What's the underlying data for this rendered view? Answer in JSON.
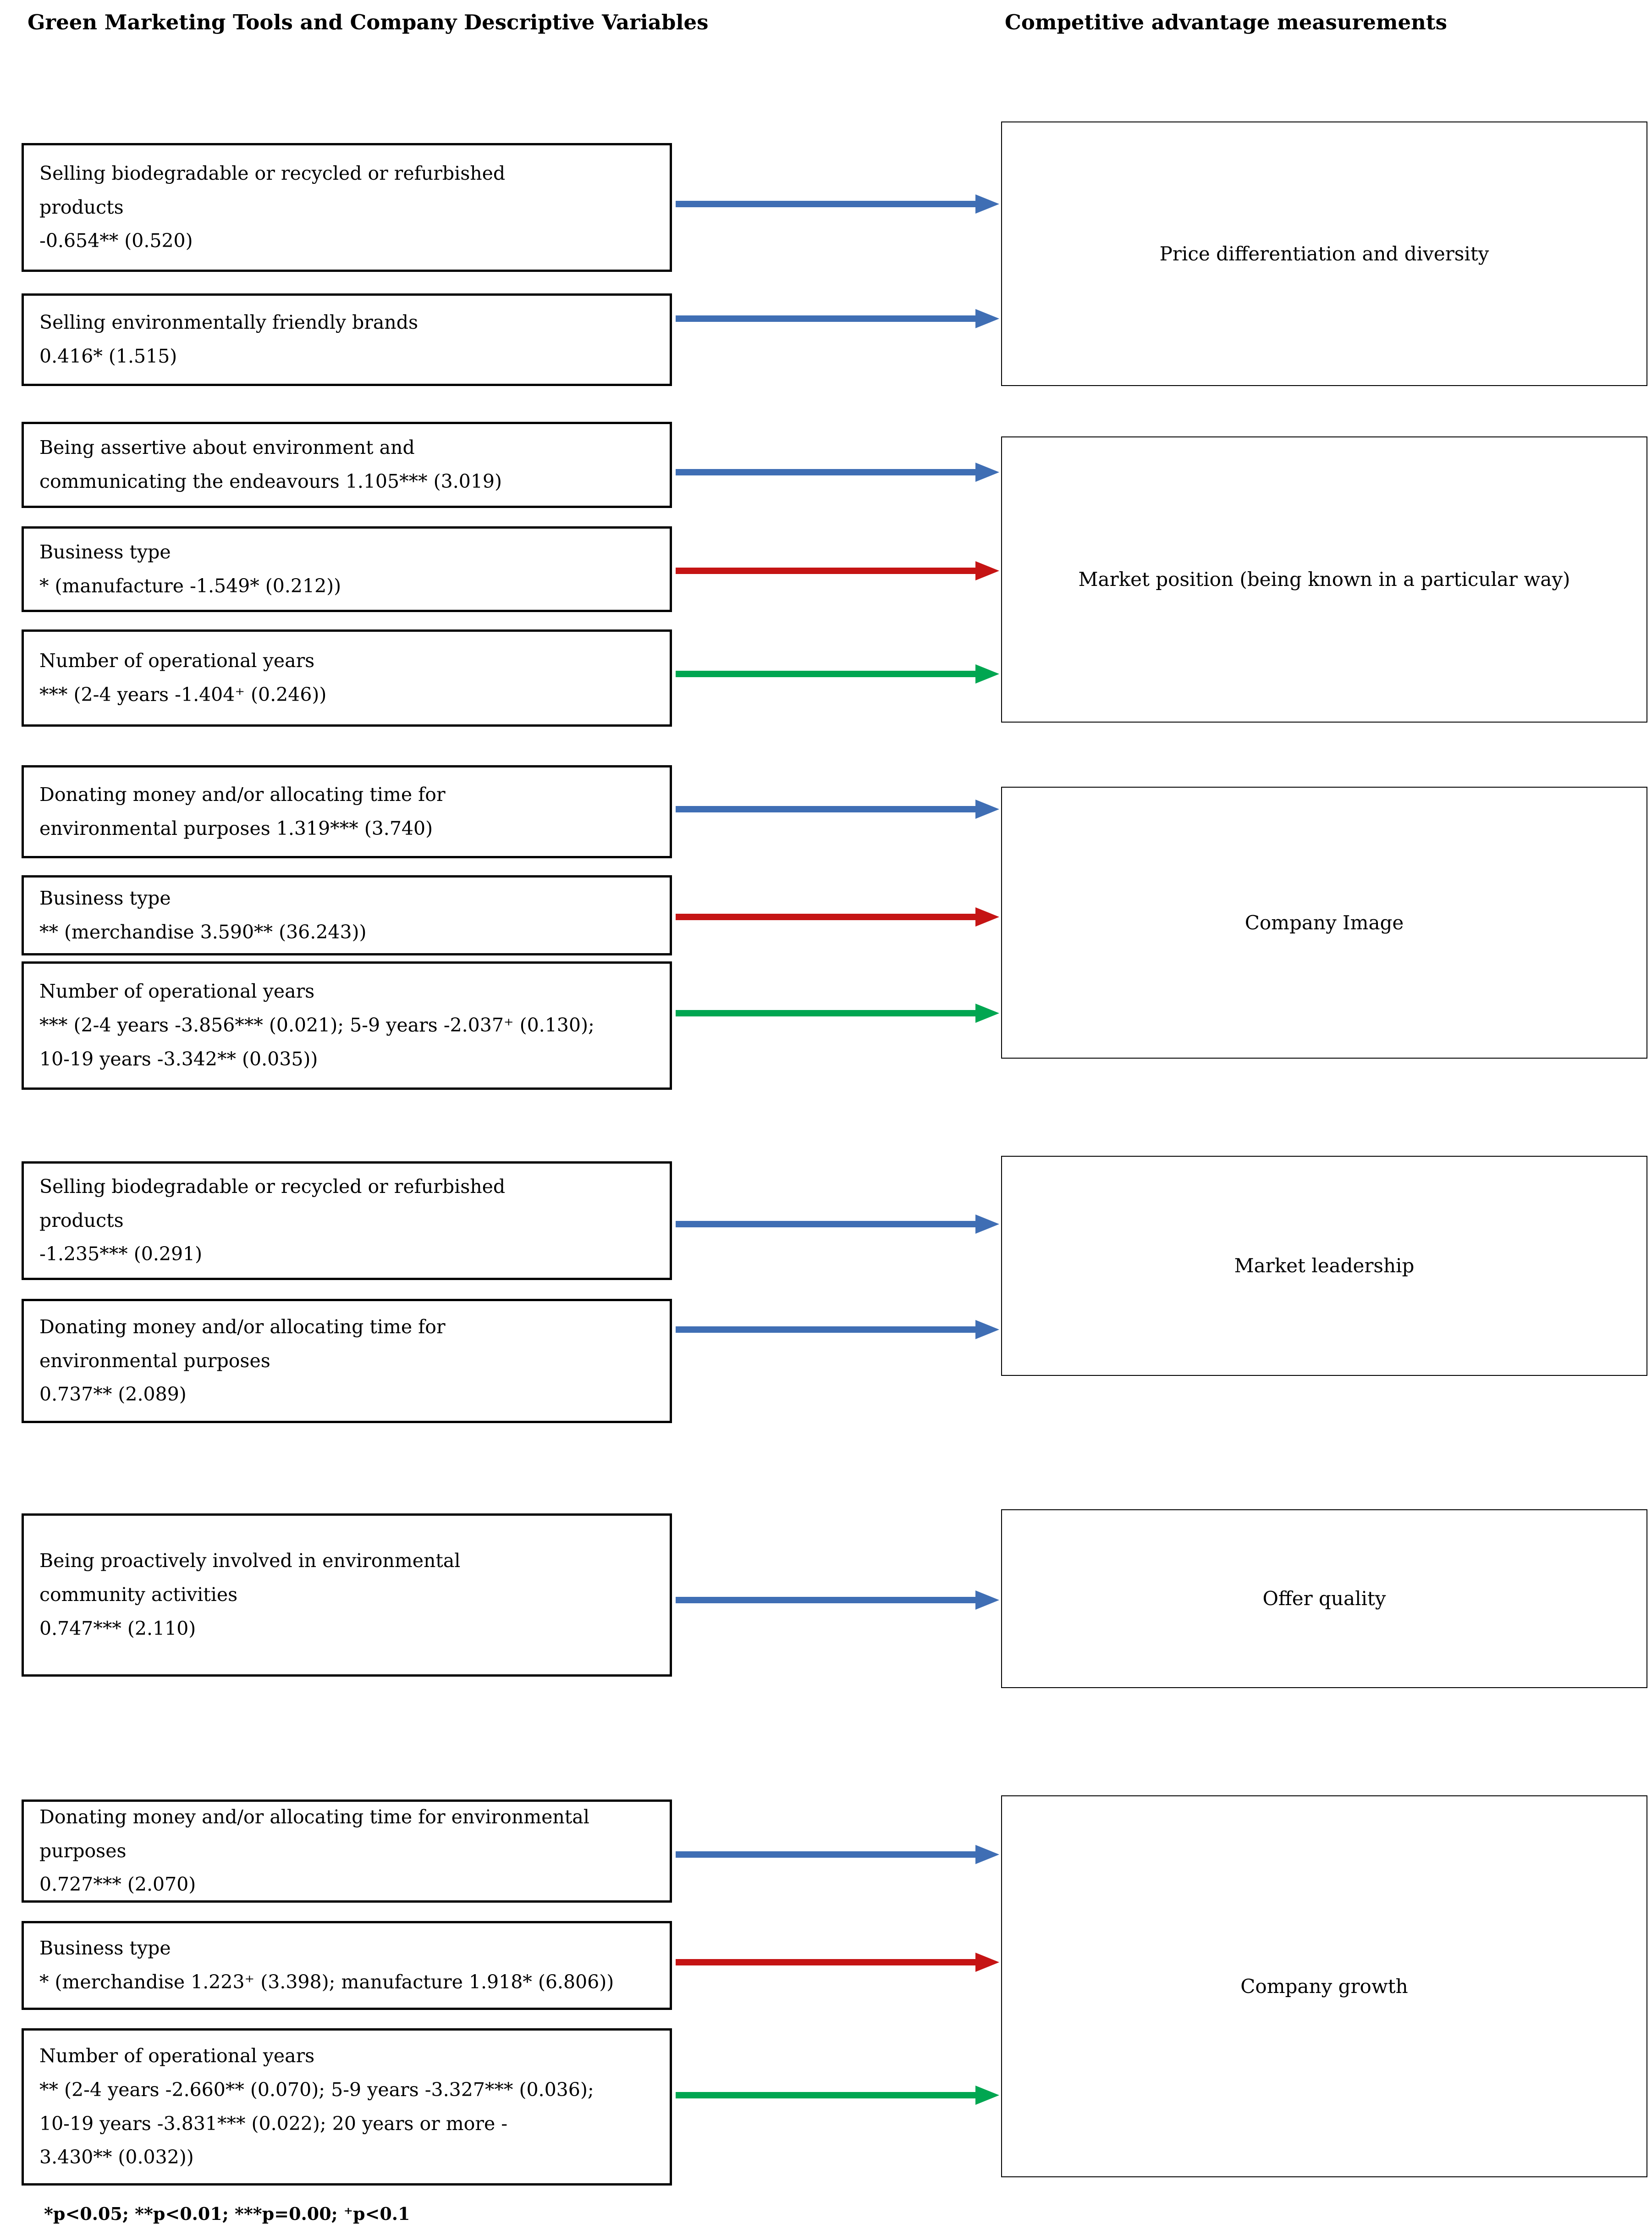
{
  "header": {
    "left": "Green Marketing Tools and Company Descriptive Variables",
    "right": "Competitive advantage measurements"
  },
  "colors": {
    "blue": "#3F6EB4",
    "red": "#C51414",
    "green": "#00A651"
  },
  "groups": [
    {
      "target": "Price differentiation and diversity",
      "sources": [
        {
          "label": "Selling biodegradable or recycled or refurbished\nproducts",
          "stat": "-0.654** (0.520)",
          "arrow": "blue"
        },
        {
          "label": "Selling environmentally friendly brands",
          "stat": "0.416* (1.515)",
          "arrow": "blue"
        }
      ]
    },
    {
      "target": "Market position (being known in a particular way)",
      "sources": [
        {
          "label": "Being assertive about environment and\ncommunicating the endeavours 1.105*** (3.019)",
          "stat": "",
          "arrow": "blue"
        },
        {
          "label": "Business type",
          "stat": "* (manufacture -1.549* (0.212))",
          "arrow": "red"
        },
        {
          "label": "Number of operational years",
          "stat": "*** (2-4 years -1.404⁺ (0.246))",
          "arrow": "green"
        }
      ]
    },
    {
      "target": "Company Image",
      "sources": [
        {
          "label": "Donating money and/or allocating time for\nenvironmental purposes 1.319*** (3.740)",
          "stat": "",
          "arrow": "blue"
        },
        {
          "label": "Business type",
          "stat": "** (merchandise 3.590** (36.243))",
          "arrow": "red"
        },
        {
          "label": "Number of operational years",
          "stat": "*** (2-4 years -3.856*** (0.021); 5-9 years -2.037⁺ (0.130);\n10-19 years -3.342** (0.035))",
          "arrow": "green"
        }
      ]
    },
    {
      "target": "Market leadership",
      "sources": [
        {
          "label": "Selling biodegradable or recycled or refurbished\nproducts",
          "stat": "-1.235*** (0.291)",
          "arrow": "blue"
        },
        {
          "label": "Donating money and/or allocating time for\nenvironmental purposes",
          "stat": "0.737** (2.089)",
          "arrow": "blue"
        }
      ]
    },
    {
      "target": "Offer quality",
      "sources": [
        {
          "label": "Being proactively involved in environmental\ncommunity activities",
          "stat": "0.747*** (2.110)",
          "arrow": "blue"
        }
      ]
    },
    {
      "target": "Company growth",
      "sources": [
        {
          "label": "Donating money and/or allocating time for environmental\npurposes",
          "stat": "0.727*** (2.070)",
          "arrow": "blue"
        },
        {
          "label": "Business type",
          "stat": "* (merchandise 1.223⁺ (3.398); manufacture 1.918* (6.806))",
          "arrow": "red"
        },
        {
          "label": "Number of operational years",
          "stat": "** (2-4 years -2.660** (0.070); 5-9 years -3.327*** (0.036);\n10-19 years -3.831*** (0.022); 20 years or more -\n3.430** (0.032))",
          "arrow": "green"
        }
      ]
    }
  ],
  "footer": {
    "legend": "*p<0.05; **p<0.01; ***p=0.00; ⁺p<0.1"
  }
}
